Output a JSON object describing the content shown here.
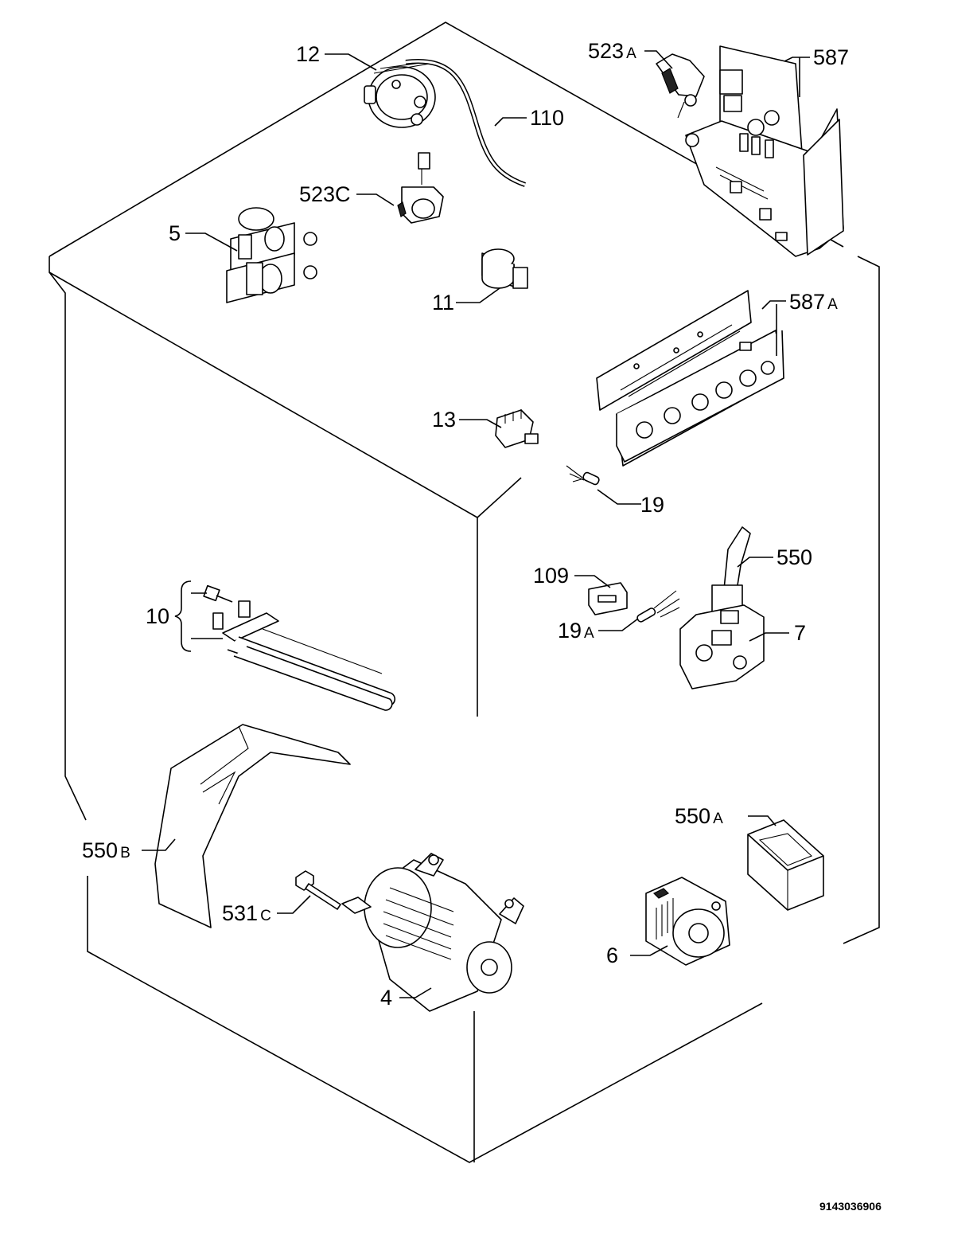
{
  "diagram_code": "9143036906",
  "parts": [
    {
      "id": "p12",
      "number": "12",
      "suffix": ""
    },
    {
      "id": "p110",
      "number": "110",
      "suffix": ""
    },
    {
      "id": "p523a",
      "number": "523",
      "suffix": "A"
    },
    {
      "id": "p587",
      "number": "587",
      "suffix": ""
    },
    {
      "id": "p523c",
      "number": "523C",
      "suffix": ""
    },
    {
      "id": "p5",
      "number": "5",
      "suffix": ""
    },
    {
      "id": "p11",
      "number": "11",
      "suffix": ""
    },
    {
      "id": "p587a",
      "number": "587",
      "suffix": "A"
    },
    {
      "id": "p13",
      "number": "13",
      "suffix": ""
    },
    {
      "id": "p19",
      "number": "19",
      "suffix": ""
    },
    {
      "id": "p550",
      "number": "550",
      "suffix": ""
    },
    {
      "id": "p109",
      "number": "109",
      "suffix": ""
    },
    {
      "id": "p19a",
      "number": "19",
      "suffix": "A"
    },
    {
      "id": "p7",
      "number": "7",
      "suffix": ""
    },
    {
      "id": "p10",
      "number": "10",
      "suffix": ""
    },
    {
      "id": "p550a",
      "number": "550",
      "suffix": "A"
    },
    {
      "id": "p550b",
      "number": "550",
      "suffix": "B"
    },
    {
      "id": "p531c",
      "number": "531",
      "suffix": "C"
    },
    {
      "id": "p6",
      "number": "6",
      "suffix": ""
    },
    {
      "id": "p4",
      "number": "4",
      "suffix": ""
    }
  ]
}
